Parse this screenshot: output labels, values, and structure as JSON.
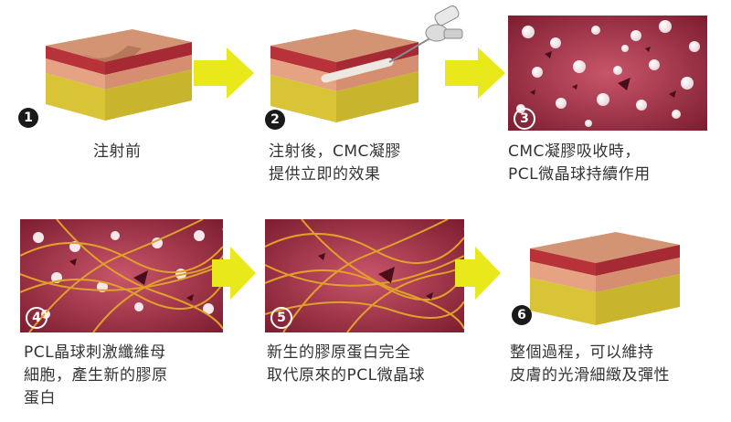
{
  "steps": [
    {
      "number": "1",
      "lines": [
        "注射前"
      ]
    },
    {
      "number": "2",
      "lines": [
        "注射後，CMC凝膠",
        "提供立即的效果"
      ]
    },
    {
      "number": "3",
      "lines": [
        "CMC凝膠吸收時，",
        "PCL微晶球持續作用"
      ]
    },
    {
      "number": "4",
      "lines": [
        "PCL晶球刺激纖維母",
        "細胞，產生新的膠原",
        "蛋白"
      ]
    },
    {
      "number": "5",
      "lines": [
        "新生的膠原蛋白完全",
        "取代原來的PCL微晶球"
      ]
    },
    {
      "number": "6",
      "lines": [
        "整個過程，可以維持",
        "皮膚的光滑細緻及彈性"
      ]
    }
  ],
  "colors": {
    "arrow": "#e8e81a",
    "skin_top": "#c98a67",
    "skin_layer": "#e3a883",
    "dermis_red": "#b8323a",
    "fat_yellow": "#d9c43a",
    "tissue_bg": "#9c2a3c",
    "fiber": "#e0a02a"
  }
}
